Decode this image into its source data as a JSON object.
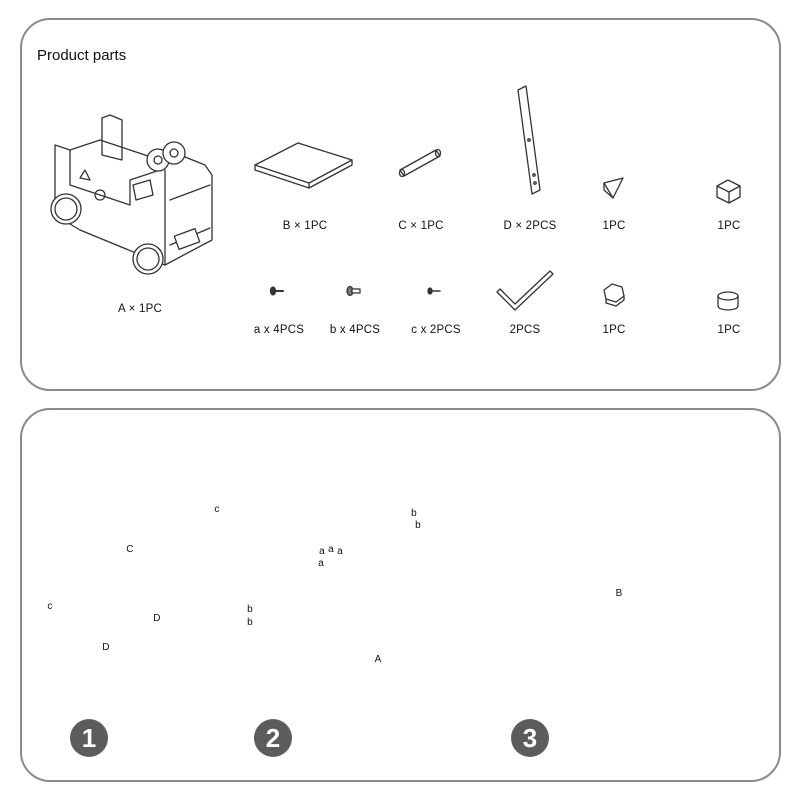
{
  "parts": {
    "title": "Product parts",
    "labels": {
      "A": "A × 1PC",
      "B": "B × 1PC",
      "C": "C × 1PC",
      "D": "D × 2PCS",
      "shape_triangle": "1PC",
      "shape_cube": "1PC",
      "screw_a": "a x 4PCS",
      "screw_b": "b x 4PCS",
      "screw_c": "c x 2PCS",
      "wrench": "2PCS",
      "shape_hexagon": "1PC",
      "shape_cylinder": "1PC"
    }
  },
  "steps": {
    "numbers": [
      "1",
      "2",
      "3"
    ],
    "callouts": {
      "C": "C",
      "D": "D",
      "A": "A",
      "B": "B",
      "a": "a",
      "b": "b",
      "c": "c"
    }
  },
  "colors": {
    "border": "#8a8a8a",
    "stroke": "#333333",
    "step_badge": "#5c5c5c"
  }
}
